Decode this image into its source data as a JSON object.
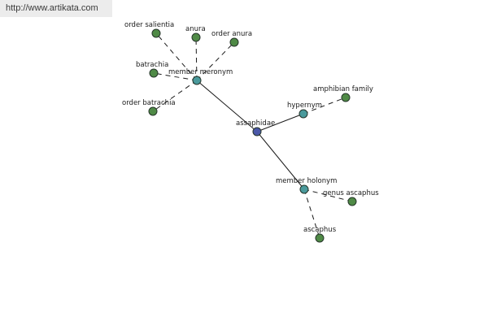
{
  "header": {
    "site_link": "http://www.artikata.com"
  },
  "colors": {
    "root_node": "#4b58a8",
    "relation_node": "#4a9a9c",
    "term_node": "#4f8a46",
    "node_outline": "#26352a"
  },
  "graph": {
    "root": {
      "id": "assaphidae",
      "label": "assaphidae",
      "kind": "root"
    },
    "relations": [
      {
        "id": "member-meronym",
        "label": "member meronym",
        "kind": "relation"
      },
      {
        "id": "hypernym",
        "label": "hypernym",
        "kind": "relation"
      },
      {
        "id": "member-holonym",
        "label": "member holonym",
        "kind": "relation"
      }
    ],
    "terms": [
      {
        "id": "order-salientia",
        "label": "order salientia",
        "relation": "member-meronym"
      },
      {
        "id": "anura",
        "label": "anura",
        "relation": "member-meronym"
      },
      {
        "id": "order-anura",
        "label": "order anura",
        "relation": "member-meronym"
      },
      {
        "id": "batrachia",
        "label": "batrachia",
        "relation": "member-meronym"
      },
      {
        "id": "order-batrachia",
        "label": "order batrachia",
        "relation": "member-meronym"
      },
      {
        "id": "amphibian-family",
        "label": "amphibian family",
        "relation": "hypernym"
      },
      {
        "id": "genus-ascaphus",
        "label": "genus ascaphus",
        "relation": "member-holonym"
      },
      {
        "id": "ascaphus",
        "label": "ascaphus",
        "relation": "member-holonym"
      }
    ]
  }
}
